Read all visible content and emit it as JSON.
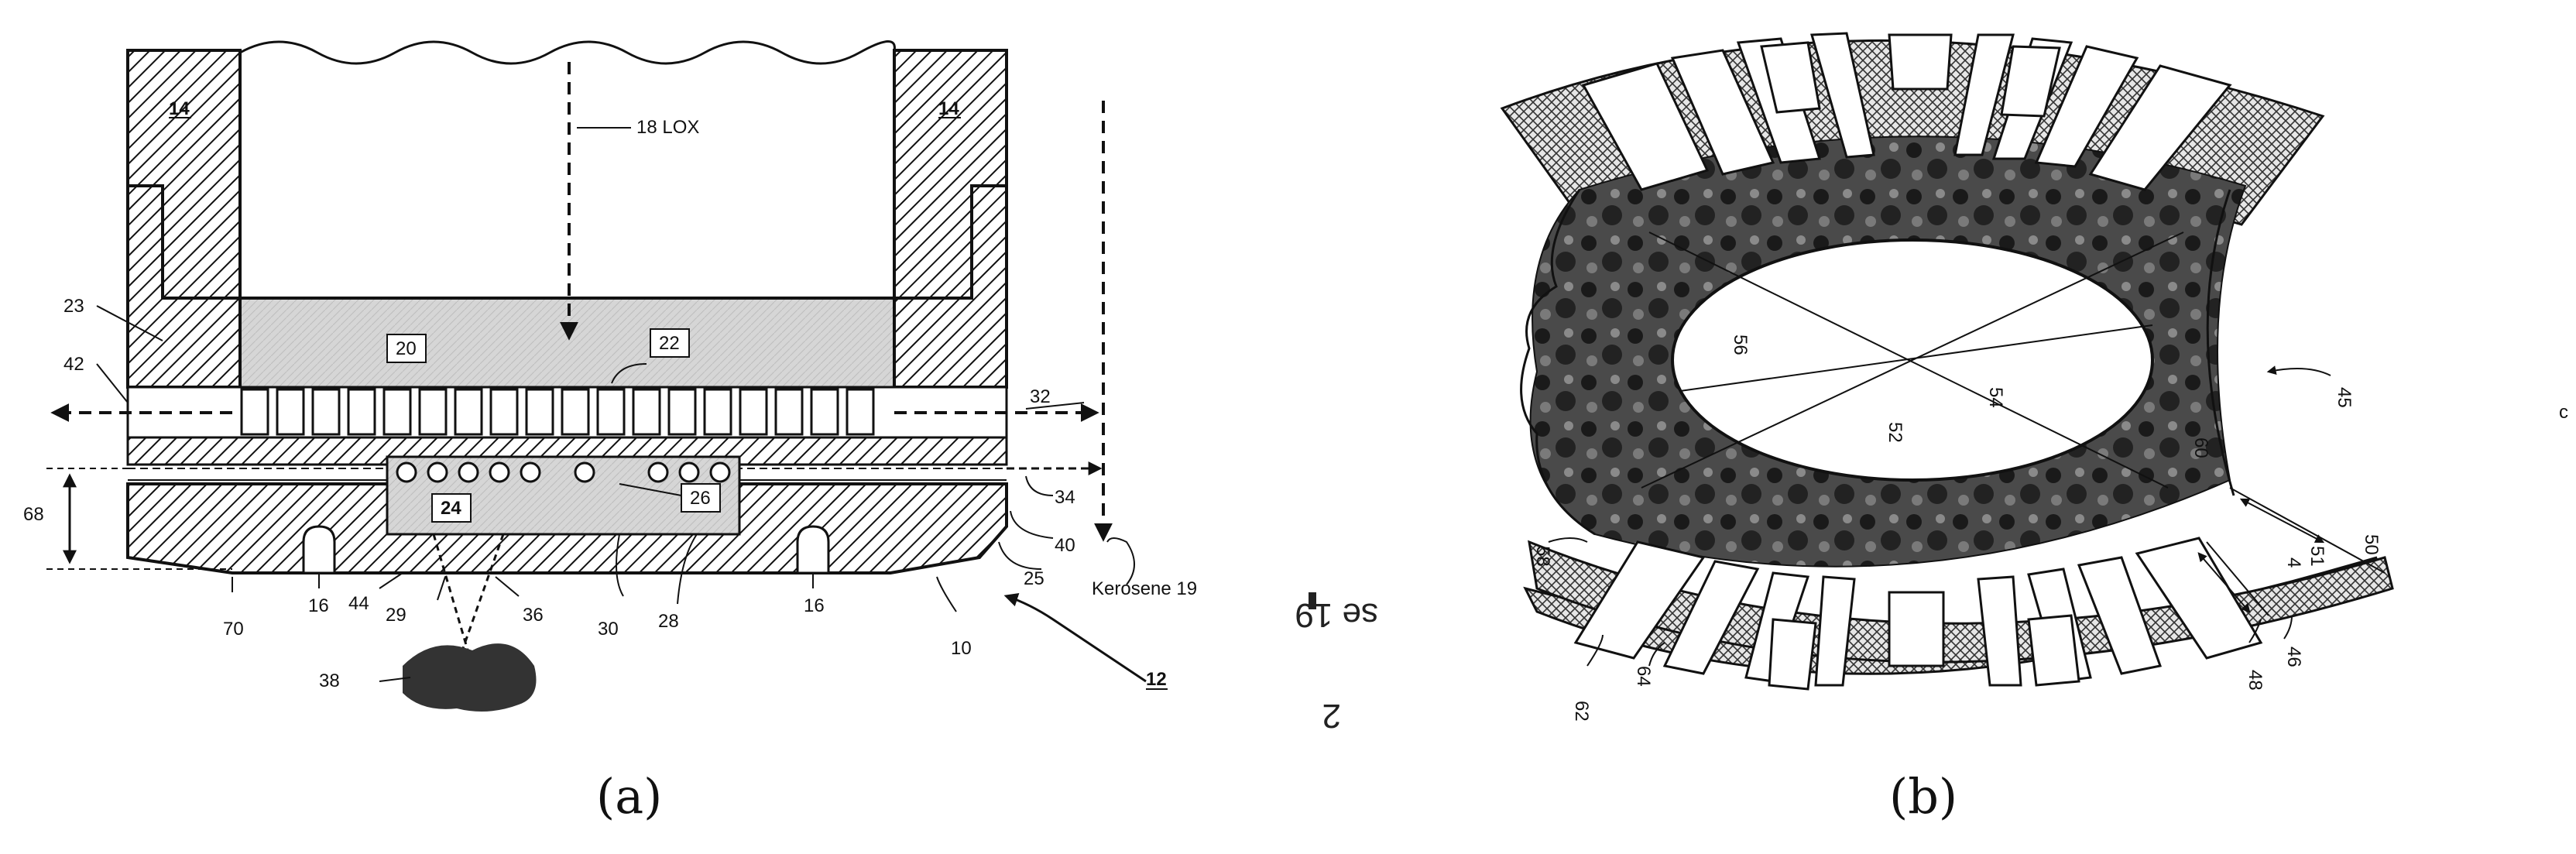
{
  "panel_a": {
    "caption": "(a)",
    "labels": {
      "l14_left": "14",
      "l14_right": "14",
      "l18": "18  LOX",
      "l23": "23",
      "l42": "42",
      "l20": "20",
      "l22": "22",
      "l32": "32",
      "l68": "68",
      "l24": "24",
      "l26": "26",
      "l34": "34",
      "l40": "40",
      "l25": "25",
      "kerosene": "Kerosene 19",
      "l16_left": "16",
      "l44": "44",
      "l29": "29",
      "l36": "36",
      "l30": "30",
      "l28": "28",
      "l16_right": "16",
      "l70": "70",
      "l10": "10",
      "l12": "12",
      "l38": "38"
    }
  },
  "panel_b": {
    "caption": "(b)",
    "labels": {
      "l45": "45",
      "l50": "50",
      "l52": "52",
      "l54": "54",
      "l56": "56",
      "l58": "58",
      "l60": "60",
      "l62": "62",
      "l64": "64",
      "l46": "46",
      "l48": "48",
      "l4": "4",
      "l51": "51"
    }
  },
  "cropped_fragments": {
    "frag_se19": "se 19",
    "frag_2": "2"
  },
  "colors": {
    "line": "#111111",
    "paper": "#ffffff",
    "chamber_fill": "#d8d8d8",
    "dark_blob": "#333333"
  }
}
